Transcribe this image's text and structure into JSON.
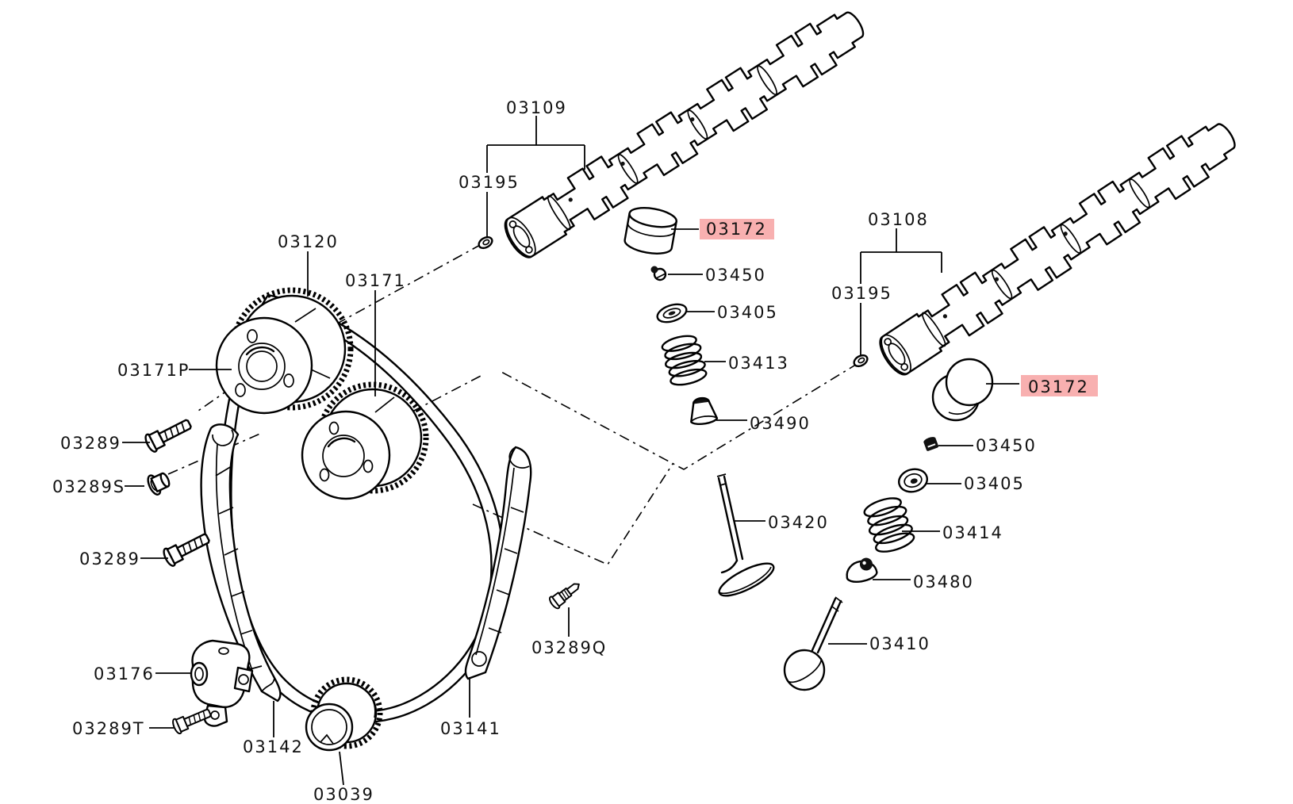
{
  "diagram": {
    "kind": "exploded-parts-diagram",
    "subject": "engine timing chain, camshafts and valve train",
    "background": "#ffffff",
    "line_color": "#000000",
    "text_color": "#111111",
    "highlight_color": "#f8b0b0"
  },
  "labels": [
    {
      "text": "03109",
      "highlighted": false
    },
    {
      "text": "03195",
      "highlighted": false
    },
    {
      "text": "03120",
      "highlighted": false
    },
    {
      "text": "03171",
      "highlighted": false
    },
    {
      "text": "03171P",
      "highlighted": false
    },
    {
      "text": "03289",
      "highlighted": false
    },
    {
      "text": "03289S",
      "highlighted": false
    },
    {
      "text": "03289",
      "highlighted": false
    },
    {
      "text": "03176",
      "highlighted": false
    },
    {
      "text": "03289T",
      "highlighted": false
    },
    {
      "text": "03142",
      "highlighted": false
    },
    {
      "text": "03039",
      "highlighted": false
    },
    {
      "text": "03141",
      "highlighted": false
    },
    {
      "text": "03289Q",
      "highlighted": false
    },
    {
      "text": "03172",
      "highlighted": true
    },
    {
      "text": "03450",
      "highlighted": false
    },
    {
      "text": "03405",
      "highlighted": false
    },
    {
      "text": "03413",
      "highlighted": false
    },
    {
      "text": "03490",
      "highlighted": false
    },
    {
      "text": "03420",
      "highlighted": false
    },
    {
      "text": "03108",
      "highlighted": false
    },
    {
      "text": "03195",
      "highlighted": false
    },
    {
      "text": "03172",
      "highlighted": true
    },
    {
      "text": "03450",
      "highlighted": false
    },
    {
      "text": "03405",
      "highlighted": false
    },
    {
      "text": "03414",
      "highlighted": false
    },
    {
      "text": "03480",
      "highlighted": false
    },
    {
      "text": "03410",
      "highlighted": false
    }
  ]
}
